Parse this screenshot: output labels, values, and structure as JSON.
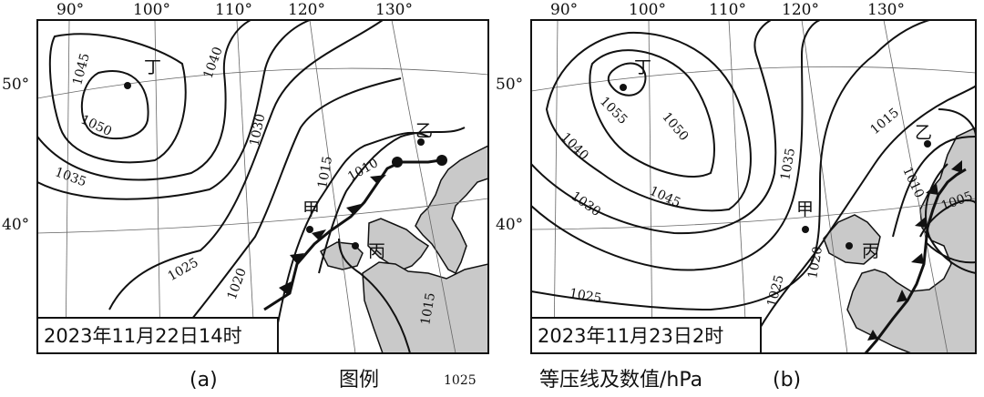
{
  "map_a": {
    "longitudes": [
      "90°",
      "100°",
      "110°",
      "120°",
      "130°"
    ],
    "latitudes": [
      "50°",
      "40°"
    ],
    "timestamp": "2023年11月22日14时",
    "panel_label": "(a)",
    "places": {
      "ding": "丁",
      "yi": "乙",
      "jia": "甲",
      "bing": "丙"
    },
    "isobars": [
      "1045",
      "1040",
      "1050",
      "1035",
      "1030",
      "1025",
      "1020",
      "1015",
      "1010",
      "1015"
    ]
  },
  "map_b": {
    "longitudes": [
      "90°",
      "100°",
      "110°",
      "120°",
      "130°"
    ],
    "latitudes": [
      "50°",
      "40°"
    ],
    "timestamp": "2023年11月23日2时",
    "panel_label": "(b)",
    "places": {
      "ding": "丁",
      "yi": "乙",
      "jia": "甲",
      "bing": "丙"
    },
    "isobars": [
      "1055",
      "1050",
      "1040",
      "1045",
      "1030",
      "1035",
      "1015",
      "1010",
      "1005",
      "1025",
      "1020",
      "1025"
    ]
  },
  "legend": {
    "title": "图例",
    "sample_value": "1025",
    "description": "等压线及数值/hPa"
  },
  "colors": {
    "land": "#c9c9c9",
    "line": "#111111",
    "background": "#ffffff"
  }
}
